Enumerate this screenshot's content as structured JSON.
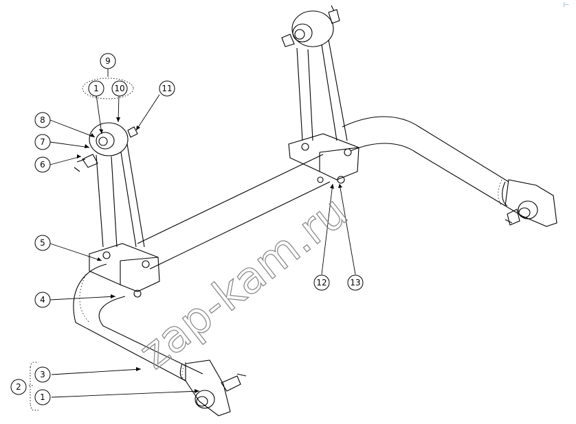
{
  "watermark": "zap-kam.ru",
  "corner_mark": "J—",
  "callouts": {
    "c9": "9",
    "c1_top": "1",
    "c10": "10",
    "c11": "11",
    "c8": "8",
    "c7": "7",
    "c6": "6",
    "c5": "5",
    "c4": "4",
    "c2": "2",
    "c3": "3",
    "c1_bottom": "1",
    "c12": "12",
    "c13": "13"
  }
}
